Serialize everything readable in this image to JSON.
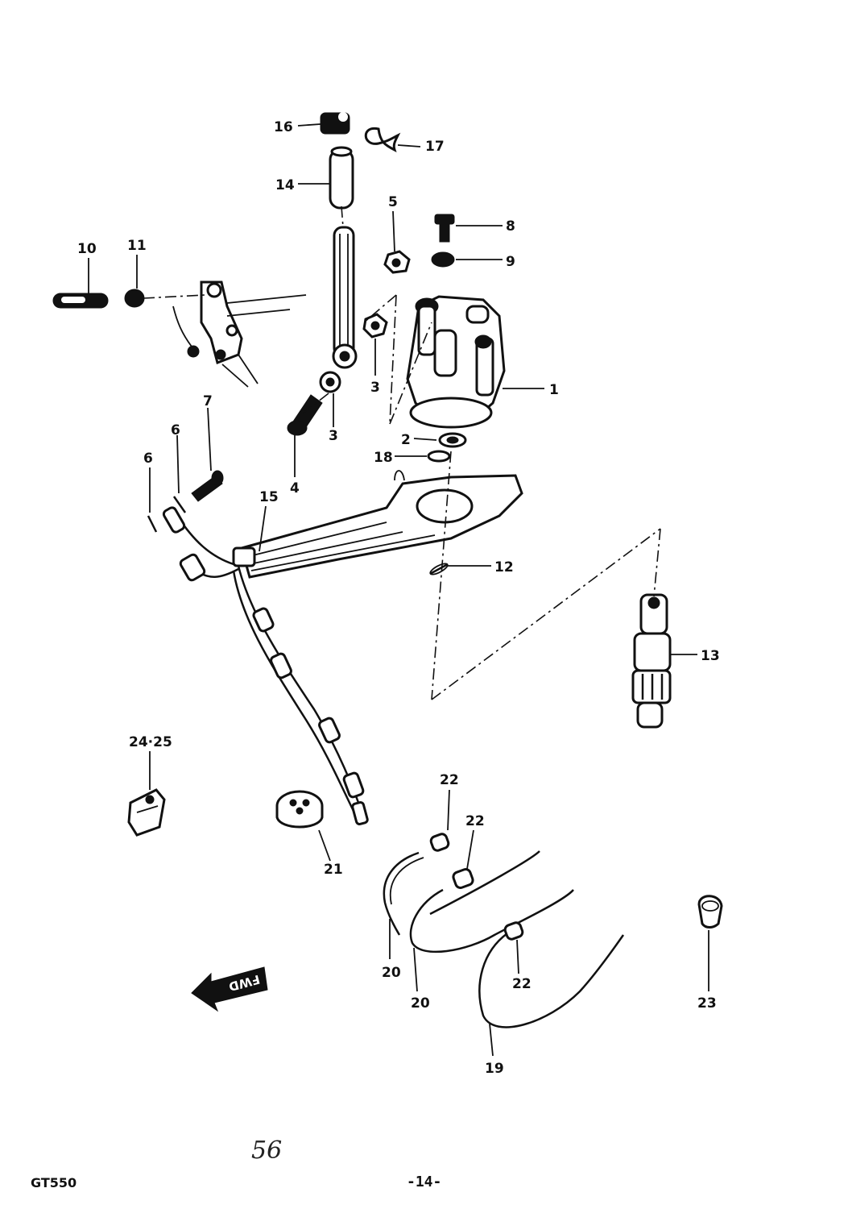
{
  "labels": {
    "p1": "1",
    "p2": "2",
    "p3a": "3",
    "p3b": "3",
    "p4": "4",
    "p5": "5",
    "p6a": "6",
    "p6b": "6",
    "p7": "7",
    "p8": "8",
    "p9": "9",
    "p10": "10",
    "p11": "11",
    "p12": "12",
    "p13": "13",
    "p14": "14",
    "p15": "15",
    "p16": "16",
    "p17": "17",
    "p18": "18",
    "p19": "19",
    "p20a": "20",
    "p20b": "20",
    "p21": "21",
    "p22a": "22",
    "p22b": "22",
    "p22c": "22",
    "p23": "23",
    "p24_25": "24·25"
  },
  "direction_arrow": "FWD",
  "footer": {
    "page_number": "-14-",
    "model": "GT550",
    "handwritten": "56"
  }
}
